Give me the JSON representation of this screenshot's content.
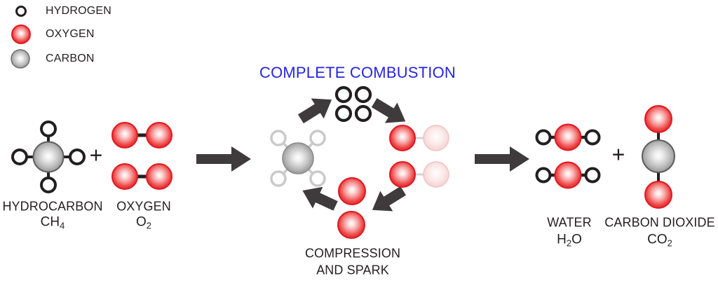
{
  "title": "COMPLETE COMBUSTION",
  "legend": {
    "items": [
      {
        "icon": "hydrogen-atom",
        "label": "HYDROGEN"
      },
      {
        "icon": "oxygen-atom",
        "label": "OXYGEN"
      },
      {
        "icon": "carbon-atom",
        "label": "CARBON"
      }
    ]
  },
  "reactants": {
    "plus": "+",
    "hydrocarbon": {
      "name": "HYDROCARBON",
      "formula_pre": "CH",
      "formula_sub": "4",
      "formula_post": ""
    },
    "oxygen": {
      "name": "OXYGEN",
      "formula_pre": "O",
      "formula_sub": "2",
      "formula_post": ""
    }
  },
  "cycle": {
    "label_line1": "COMPRESSION",
    "label_line2": "AND SPARK"
  },
  "products": {
    "plus": "+",
    "water": {
      "name": "WATER",
      "formula_pre": "H",
      "formula_sub": "2",
      "formula_post": "O"
    },
    "carbon_dioxide": {
      "name": "CARBON DIOXIDE",
      "formula_pre": "CO",
      "formula_sub": "2",
      "formula_post": ""
    }
  },
  "colors": {
    "oxygen_red": "#e01b22",
    "oxygen_faded_pink": "#f4cccc",
    "carbon_gray": "#868686",
    "hydrogen_outline": "#231f20",
    "faded_outline": "#c9c9c9",
    "arrow_dark": "#3f3a3b",
    "title_blue": "#2525e6",
    "text": "#231f20"
  }
}
